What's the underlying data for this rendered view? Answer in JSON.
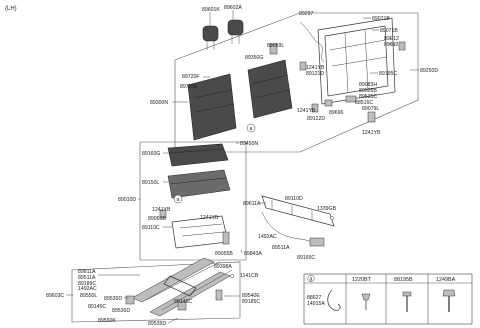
{
  "corner_label": "(LH)",
  "labels": {
    "p89601K": "89601K",
    "p89602A": "89602A",
    "p89297": "89297",
    "p89071B_1": "89071B",
    "p89071B_2": "89071B",
    "p89E12": "89E12",
    "p89612": "89612",
    "p89059L": "89059L",
    "p89350G": "89350G",
    "p1241YB_a": "1241YB",
    "p89121D": "89121D",
    "p89720F": "89720F",
    "p89720E": "89720E",
    "p89195C": "89195C",
    "p89250D": "89250D",
    "p89083H": "89083H",
    "p89505B": "89505B",
    "p89535C": "89535C",
    "p89300N": "89300N",
    "p88516C": "88516C",
    "p1241YB_b": "1241YB",
    "p89696": "89696",
    "p89079L": "89079L",
    "p89122D": "89122D",
    "p1241YB_c": "1241YB",
    "p89450N": "89450N",
    "p89160G": "89160G",
    "p89150L": "89150L",
    "p89010D": "89010D",
    "p1241YB_d": "1241YB",
    "p89065B": "89065B",
    "p1241YB_e": "1241YB",
    "p89110C": "89110C",
    "p89055B": "89055B",
    "p89611A": "89611A",
    "p89110D": "89110D",
    "p1339GB": "1339GB",
    "p1492AC": "1492AC",
    "p89511A_top": "89511A",
    "p89843A": "89843A",
    "p89165C": "89165C",
    "p89398A": "89398A",
    "p1141CB": "1141CB",
    "p89811A": "89811A",
    "p89511A": "89511A",
    "p89189C": "89189C",
    "p1492AC_b": "1492AC",
    "p89603C": "89603C",
    "p89550L": "89550L",
    "p89535D_a": "89535D",
    "p89536D": "89536D",
    "p89145C": "89145C",
    "p89146C": "89146C",
    "p89540E": "89540E",
    "p89185C": "89185C",
    "p89550K": "89550K",
    "p89535D_b": "89535D"
  },
  "callout_letter": "a",
  "legend": {
    "key": "a",
    "columns": [
      "1220BT",
      "88195B",
      "1249BA"
    ],
    "left_codes": [
      "88627",
      "14915A"
    ]
  }
}
